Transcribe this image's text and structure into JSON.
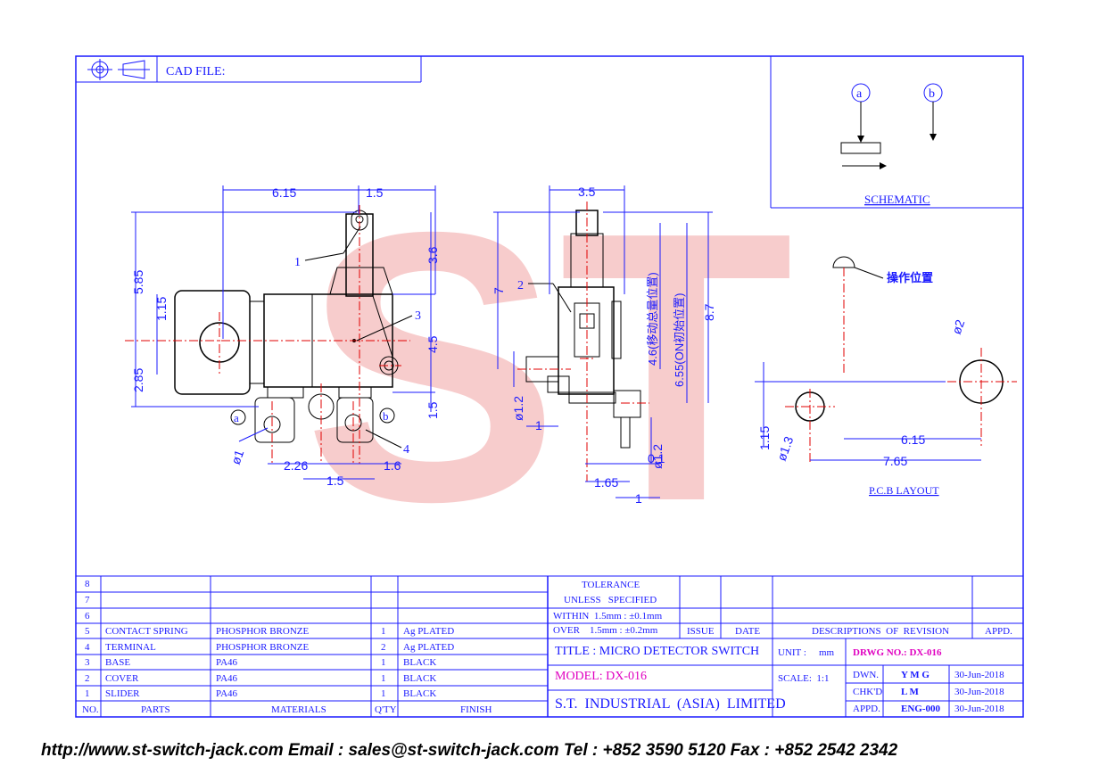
{
  "header": {
    "cad_label": "CAD FILE:"
  },
  "schematic": {
    "label": "SCHEMATIC",
    "mark_a": "a",
    "mark_b": "b"
  },
  "drawing": {
    "callouts": [
      "1",
      "2",
      "3",
      "4"
    ],
    "side_a": "a",
    "side_b": "b",
    "operation_label": "操作位置",
    "pcb_label": "P.C.B LAYOUT",
    "dims": {
      "d615": "6.15",
      "d15a": "1.5",
      "d35": "3.5",
      "d36": "3.6",
      "d585": "5.85",
      "d115a": "1.15",
      "d285": "2.85",
      "d45": "4.5",
      "d15b": "1.5",
      "d7": "7",
      "d46": "4.6(移动总量位置)",
      "d655": "6.55(ON初始位置)",
      "d87": "8.7",
      "dphi12a": "ø1.2",
      "d1a": "1",
      "dphi1": "ø1",
      "d226": "2.26",
      "d16": "1.6",
      "d15c": "1.5",
      "d165": "1.65",
      "d01": "0.1",
      "dphi12b": "ø1.2",
      "d1b": "1",
      "dphi2": "ø2",
      "d115b": "1.15",
      "dphi13": "ø1.3",
      "d615b": "6.15",
      "d765": "7.65"
    }
  },
  "parts_table": {
    "header": {
      "no": "NO.",
      "parts": "PARTS",
      "materials": "MATERIALS",
      "qty": "Q'TY",
      "finish": "FINISH"
    },
    "rows": [
      {
        "no": "8",
        "part": "",
        "material": "",
        "qty": "",
        "finish": ""
      },
      {
        "no": "7",
        "part": "",
        "material": "",
        "qty": "",
        "finish": ""
      },
      {
        "no": "6",
        "part": "",
        "material": "",
        "qty": "",
        "finish": ""
      },
      {
        "no": "5",
        "part": "CONTACT SPRING",
        "material": "PHOSPHOR BRONZE",
        "qty": "1",
        "finish": "Ag PLATED"
      },
      {
        "no": "4",
        "part": "TERMINAL",
        "material": "PHOSPHOR BRONZE",
        "qty": "2",
        "finish": "Ag PLATED"
      },
      {
        "no": "3",
        "part": "BASE",
        "material": "PA46",
        "qty": "1",
        "finish": "BLACK"
      },
      {
        "no": "2",
        "part": "COVER",
        "material": "PA46",
        "qty": "1",
        "finish": "BLACK"
      },
      {
        "no": "1",
        "part": "SLIDER",
        "material": "PA46",
        "qty": "1",
        "finish": "BLACK"
      }
    ]
  },
  "tolerance": {
    "title": "TOLERANCE",
    "subtitle": "UNLESS   SPECIFIED",
    "within": "WITHIN  1.5mm : ±0.1mm",
    "over": "OVER    1.5mm : ±0.2mm"
  },
  "revision": {
    "issue": "ISSUE",
    "date": "DATE",
    "description": "DESCRIPTIONS  OF  REVISION",
    "appd": "APPD."
  },
  "title_block": {
    "title": "TITLE : MICRO DETECTOR SWITCH",
    "unit_label": "UNIT :",
    "unit_value": "mm",
    "drwg": "DRWG NO.: DX-016",
    "model": "MODEL: DX-016",
    "scale": "SCALE:  1:1",
    "company": "S.T.  INDUSTRIAL  (ASIA)  LIMITED",
    "approvals": [
      {
        "role": "DWN.",
        "name": "Y M G",
        "date": "30-Jun-2018"
      },
      {
        "role": "CHK'D",
        "name": "L M",
        "date": "30-Jun-2018"
      },
      {
        "role": "APPD.",
        "name": "ENG-000",
        "date": "30-Jun-2018"
      }
    ]
  },
  "watermark": {
    "text": "ST"
  },
  "footer": {
    "contact": "http://www.st-switch-jack.com  Email : sales@st-switch-jack.com  Tel : +852 3590 5120  Fax : +852 2542 2342"
  },
  "colors": {
    "line": "#1a1aff",
    "accent": "#e000c0",
    "watermark": "#f2a3a3",
    "centerline": "#e00000"
  }
}
